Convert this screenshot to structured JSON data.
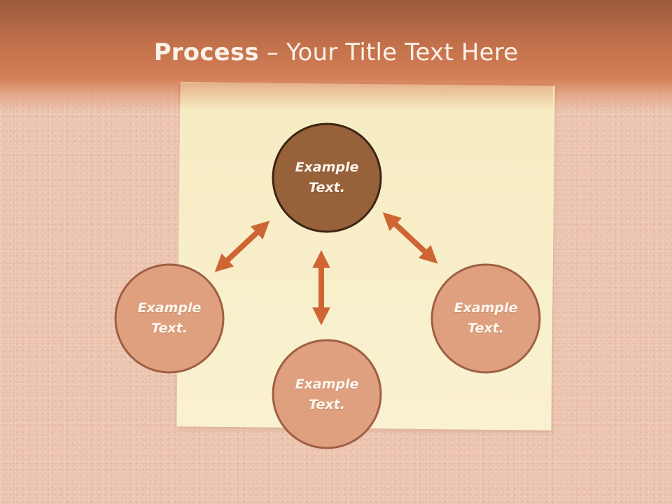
{
  "slide": {
    "title_bold": "Process",
    "title_rest": " – Your Title Text Here"
  },
  "nodes": [
    {
      "id": "top",
      "line1": "Example",
      "line2": "Text.",
      "fill": "#97613a",
      "stroke": "#3e2414"
    },
    {
      "id": "left",
      "line1": "Example",
      "line2": "Text.",
      "fill": "#dfa07f",
      "stroke": "#9e5f44"
    },
    {
      "id": "bottom",
      "line1": "Example",
      "line2": "Text.",
      "fill": "#dfa07f",
      "stroke": "#9e5f44"
    },
    {
      "id": "right",
      "line1": "Example",
      "line2": "Text.",
      "fill": "#dfa07f",
      "stroke": "#9e5f44"
    }
  ],
  "colors": {
    "arrow": "#cf6533",
    "header": "#c2714b",
    "note": "#f8efcb"
  }
}
